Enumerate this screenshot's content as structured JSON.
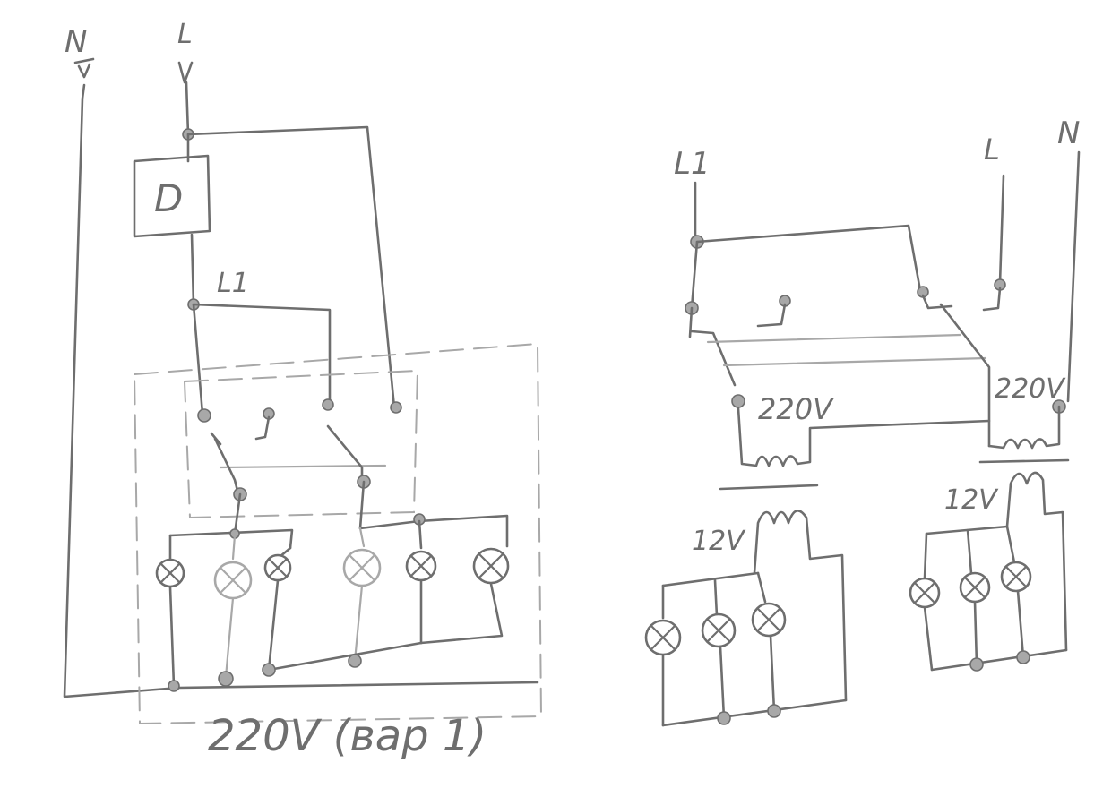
{
  "colors": {
    "ink": "#6e6e6e",
    "ink_light": "#a8a8a8",
    "paper": "#ffffff"
  },
  "left": {
    "n_label": "N",
    "l_label": "L",
    "l1_label": "L1",
    "device_label": "D",
    "caption": "220V (вар 1)"
  },
  "right": {
    "l1_label": "L1",
    "l_label": "L",
    "n_label": "N",
    "transformer_a_label": "220V",
    "transformer_b_label": "220V",
    "secondary_a_label": "12V",
    "secondary_b_label": "12V"
  }
}
